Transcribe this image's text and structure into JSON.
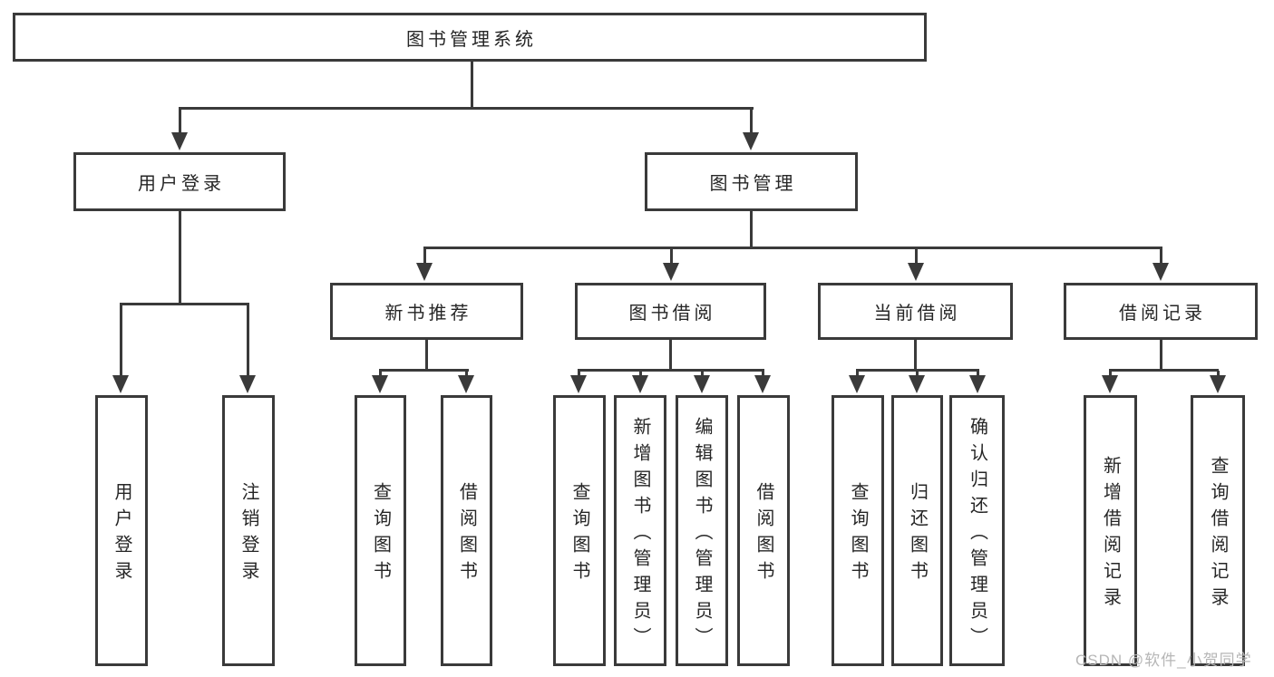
{
  "colors": {
    "line": "#3a3a3a",
    "text": "#262626",
    "bg": "#ffffff",
    "watermark": "#b6b6b6"
  },
  "tree": {
    "root": {
      "label": "图书管理系统"
    },
    "level2": [
      {
        "label": "用户登录",
        "children": [
          {
            "label": "用户登录"
          },
          {
            "label": "注销登录"
          }
        ]
      },
      {
        "label": "图书管理"
      }
    ],
    "level3": [
      {
        "label": "新书推荐",
        "children": [
          {
            "label": "查询图书"
          },
          {
            "label": "借阅图书"
          }
        ]
      },
      {
        "label": "图书借阅",
        "children": [
          {
            "label": "查询图书"
          },
          {
            "label": "新增图书（管理员）"
          },
          {
            "label": "编辑图书（管理员）"
          },
          {
            "label": "借阅图书"
          }
        ]
      },
      {
        "label": "当前借阅",
        "children": [
          {
            "label": "查询图书"
          },
          {
            "label": "归还图书"
          },
          {
            "label": "确认归还（管理员）"
          }
        ]
      },
      {
        "label": "借阅记录",
        "children": [
          {
            "label": "新增借阅记录"
          },
          {
            "label": "查询借阅记录"
          }
        ]
      }
    ]
  },
  "watermark": {
    "text": "CSDN @软件_小贺同学"
  }
}
